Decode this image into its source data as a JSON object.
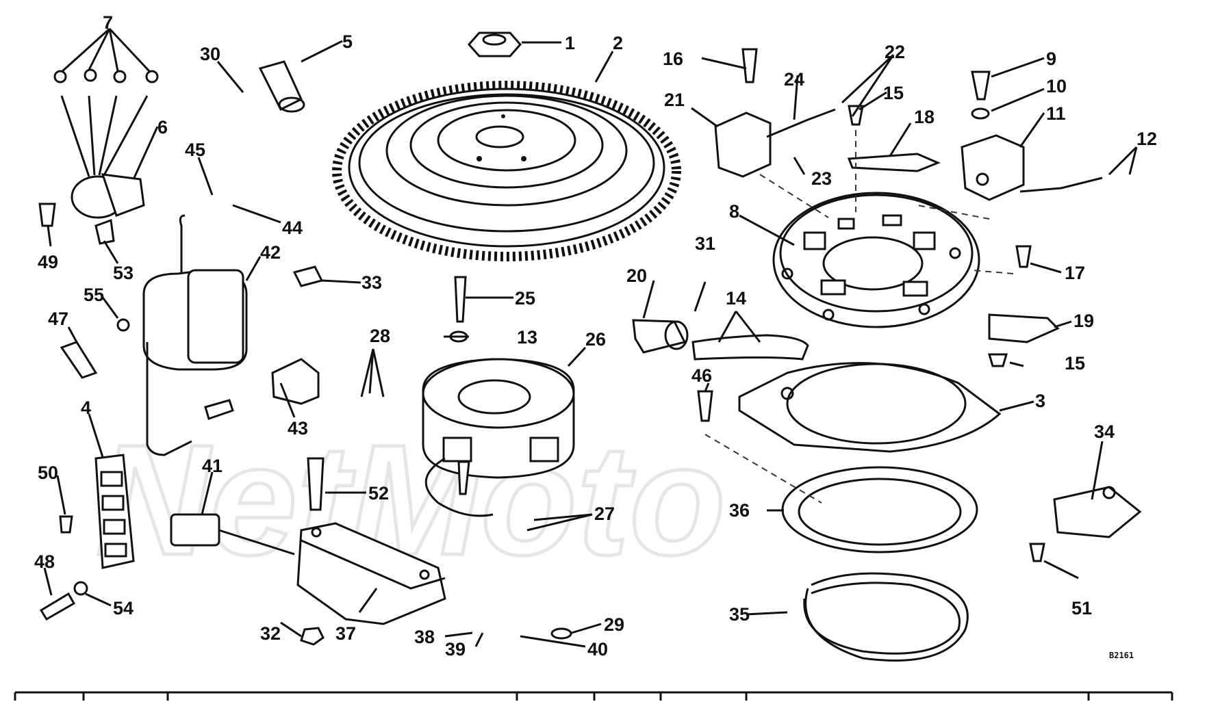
{
  "diagram": {
    "figure_code": "B2161",
    "watermark": "NetMoto",
    "callouts": [
      "1",
      "2",
      "3",
      "4",
      "5",
      "6",
      "7",
      "8",
      "9",
      "10",
      "11",
      "12",
      "13",
      "14",
      "15",
      "16",
      "17",
      "18",
      "19",
      "20",
      "21",
      "22",
      "23",
      "24",
      "25",
      "26",
      "27",
      "28",
      "29",
      "30",
      "31",
      "32",
      "33",
      "34",
      "35",
      "36",
      "37",
      "38",
      "39",
      "40",
      "41",
      "42",
      "43",
      "44",
      "45",
      "46",
      "47",
      "48",
      "49",
      "50",
      "51",
      "52",
      "53",
      "54",
      "55"
    ]
  }
}
